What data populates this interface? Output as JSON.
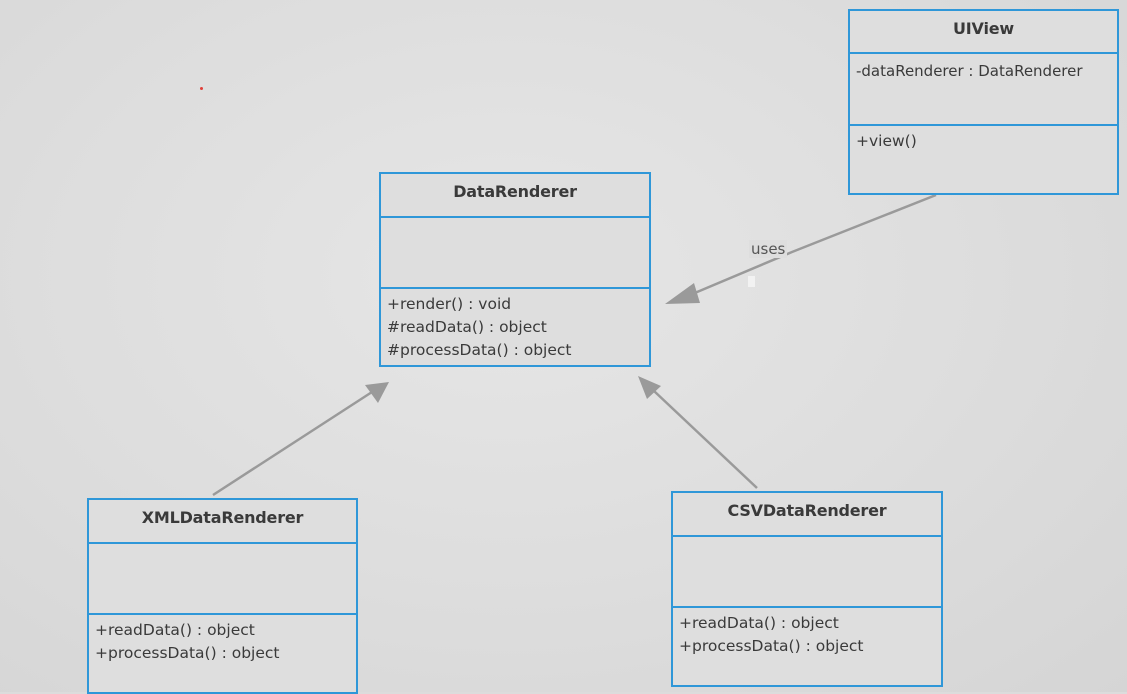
{
  "classes": {
    "uiview": {
      "name": "UIView",
      "attributes": [
        "-dataRenderer : DataRenderer"
      ],
      "operations": [
        "+view()"
      ]
    },
    "datarenderer": {
      "name": "DataRenderer",
      "attributes": [],
      "operations": [
        "+render() : void",
        "#readData() :  object",
        "#processData() : object"
      ]
    },
    "xmldatarenderer": {
      "name": "XMLDataRenderer",
      "attributes": [],
      "operations": [
        "+readData() :  object",
        "+processData() : object"
      ]
    },
    "csvdatarenderer": {
      "name": "CSVDataRenderer",
      "attributes": [],
      "operations": [
        "+readData() :  object",
        "+processData() : object"
      ]
    }
  },
  "relations": {
    "uses_label": "uses"
  },
  "colors": {
    "class_border": "#2f97d8",
    "connector": "#9a9a9a",
    "background": "#dcdcdc"
  }
}
